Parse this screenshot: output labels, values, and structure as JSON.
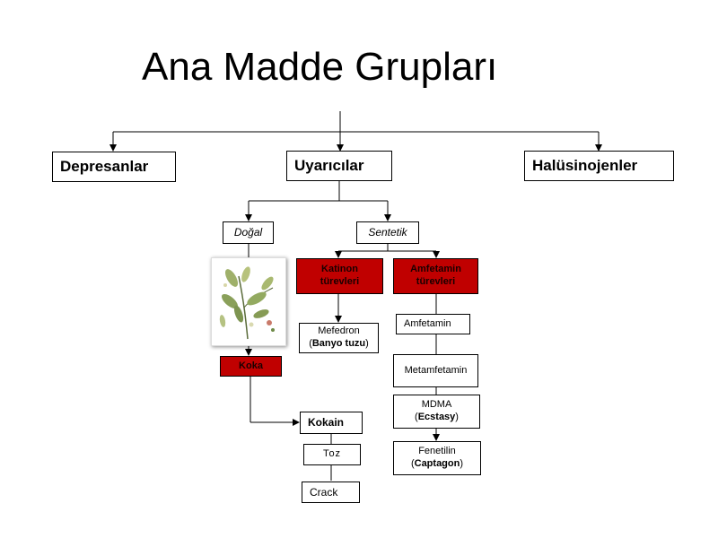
{
  "title": "Ana Madde Grupları",
  "groups": {
    "depresanlar": "Depresanlar",
    "uyaricilar": "Uyarıcılar",
    "halusinojenler": "Halüsinojenler"
  },
  "uyaricilar_children": {
    "dogal": "Doğal",
    "sentetik": "Sentetik"
  },
  "dogal_chain": {
    "koka": "Koka",
    "kokain": "Kokain",
    "toz": "Toz",
    "crack": "Crack",
    "plant_image": "coca-plant-illustration"
  },
  "sentetik_children": {
    "katinon_line1": "Katinon",
    "katinon_line2": "türevleri",
    "amfetamin_line1": "Amfetamin",
    "amfetamin_line2": "türevleri"
  },
  "katinon_items": {
    "mefedron": "Mefedron",
    "mefedron_alias": "Banyo tuzu"
  },
  "amfetamin_items": {
    "amfetamin": "Amfetamin",
    "metamfetamin": "Metamfetamin",
    "mdma": "MDMA",
    "mdma_alias": "Ecstasy",
    "fenetilin": "Fenetilin",
    "fenetilin_alias": "Captagon"
  },
  "colors": {
    "accent_red": "#c00000",
    "line": "#000000"
  }
}
